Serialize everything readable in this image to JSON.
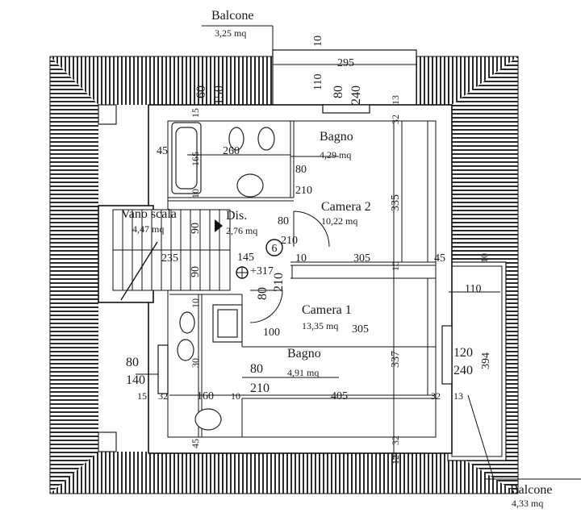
{
  "rooms": {
    "bagno_top": {
      "name": "Bagno",
      "area": "4,29 mq"
    },
    "camera2": {
      "name": "Camera 2",
      "area": "10,22 mq"
    },
    "vano_scala": {
      "name": "Vano scala",
      "area": "4,47 mq"
    },
    "dis": {
      "name": "Dis.",
      "area": "2,76 mq"
    },
    "camera1": {
      "name": "Camera 1",
      "area": "13,35 mq"
    },
    "bagno_bottom": {
      "name": "Bagno",
      "area": "4,91 mq"
    }
  },
  "balconies": {
    "top": {
      "name": "Balcone",
      "area": "3,25 mq"
    },
    "right": {
      "name": "Balcone",
      "area": "4,33 mq"
    }
  },
  "stair_marker": "6",
  "level_mark": "+317",
  "dimensions": {
    "d10_top": "10",
    "d295": "295",
    "d110_top": "110",
    "d80_top": "80",
    "d240_top": "240",
    "d13_top": "13",
    "d32_top": "32",
    "d60": "60",
    "d150": "150",
    "d15": "15",
    "d45_left": "45",
    "d260": "260",
    "d165": "165",
    "d10_a": "10",
    "d80_bt": "80",
    "d210_bt": "210",
    "d335": "335",
    "d90_a": "90",
    "d80_dis": "80",
    "d210_dis": "210",
    "d235": "235",
    "d145": "145",
    "d10_b": "10",
    "d305_top": "305",
    "d10_c": "10",
    "d45_right": "45",
    "d10_right": "10",
    "d90_b": "90",
    "d80_c1": "80",
    "d210_c1": "210",
    "d110_right": "110",
    "d10_d": "10",
    "d100": "100",
    "d305_c1": "305",
    "d337": "337",
    "d120": "120",
    "d240_right": "240",
    "d394": "394",
    "d80_left": "80",
    "d140": "140",
    "d30": "30",
    "d80_bb": "80",
    "d210_bb": "210",
    "d15_bl": "15",
    "d32_bl": "32",
    "d160": "160",
    "d10_e": "10",
    "d405": "405",
    "d32_br": "32",
    "d13_br": "13",
    "d45_bottom": "45",
    "d32_bottom": "32",
    "d12_bottom": "12"
  }
}
